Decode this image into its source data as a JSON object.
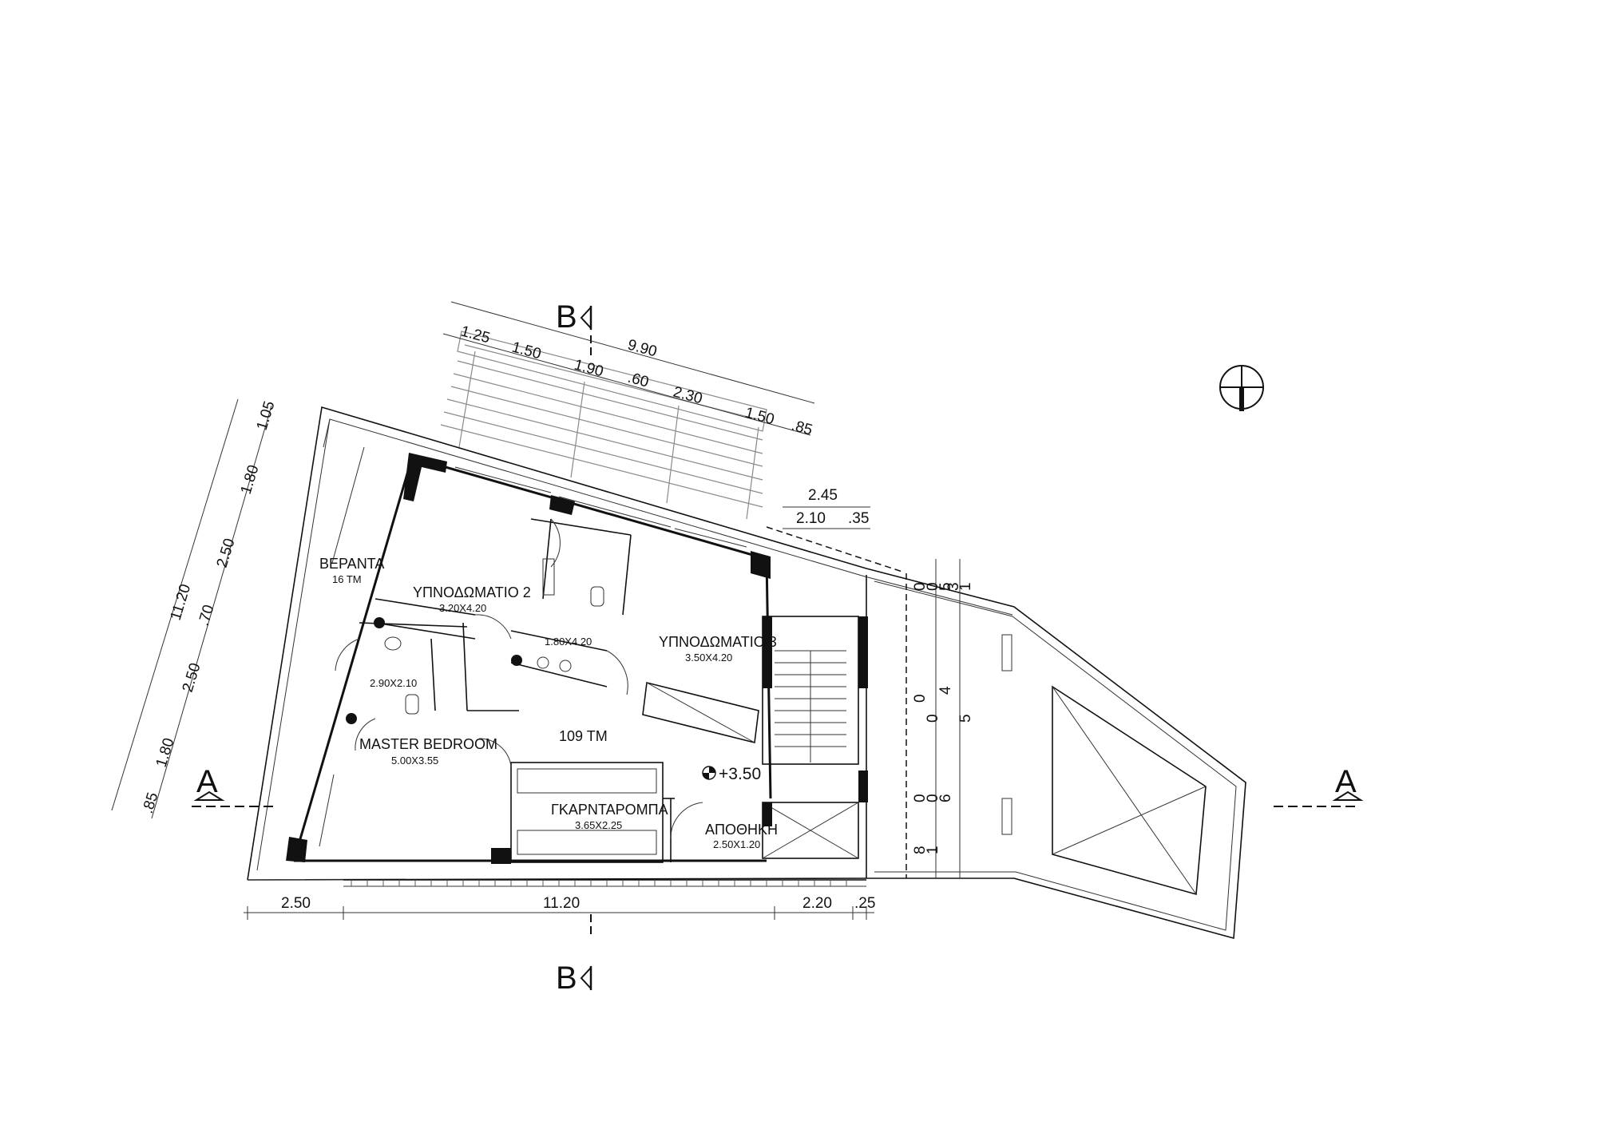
{
  "section_marks": {
    "a_left": "A",
    "a_right": "A",
    "b_top": "B",
    "b_bottom": "B"
  },
  "level_mark": "+3.50",
  "rooms": [
    {
      "id": "veranda",
      "label": "ΒΕΡΑΝΤΑ",
      "sub": "16 TM"
    },
    {
      "id": "bedroom2",
      "label": "ΥΠΝΟΔΩΜΑΤΙΟ 2",
      "sub": "3.20X4.20"
    },
    {
      "id": "bath",
      "label": "",
      "sub": "1.80X4.20"
    },
    {
      "id": "bedroom3",
      "label": "ΥΠΝΟΔΩΜΑΤΙΟ 3",
      "sub": "3.50X4.20"
    },
    {
      "id": "ensuite",
      "label": "",
      "sub": "2.90X2.10"
    },
    {
      "id": "master",
      "label": "MASTER BEDROOM",
      "sub": "5.00X3.55"
    },
    {
      "id": "total",
      "label": "109 TM",
      "sub": ""
    },
    {
      "id": "wardrobe",
      "label": "ΓΚΑΡΝΤΑΡΟΜΠΑ",
      "sub": "3.65X2.25"
    },
    {
      "id": "storage",
      "label": "ΑΠΟΘΗΚΗ",
      "sub": "2.50X1.20"
    }
  ],
  "dims_top_total": "9.90",
  "dims_top_parts": [
    "1.25",
    "1.50",
    "1.90",
    ".60",
    "2.30",
    "1.50",
    ".85"
  ],
  "dims_right_top": [
    "2.45",
    "2.10",
    ".35"
  ],
  "dims_left_total": "11.20",
  "dims_left_parts": [
    "1.05",
    "1.80",
    "2.50",
    ".70",
    "2.50",
    "1.80",
    ".85"
  ],
  "dims_bottom": [
    "2.50",
    "11.20",
    "2.20",
    ".25"
  ],
  "dims_right_vertical": [
    "0",
    "0",
    "5",
    "3",
    "1",
    "0",
    "4",
    "0",
    "5",
    "0",
    "0",
    "6",
    "8",
    "1"
  ]
}
